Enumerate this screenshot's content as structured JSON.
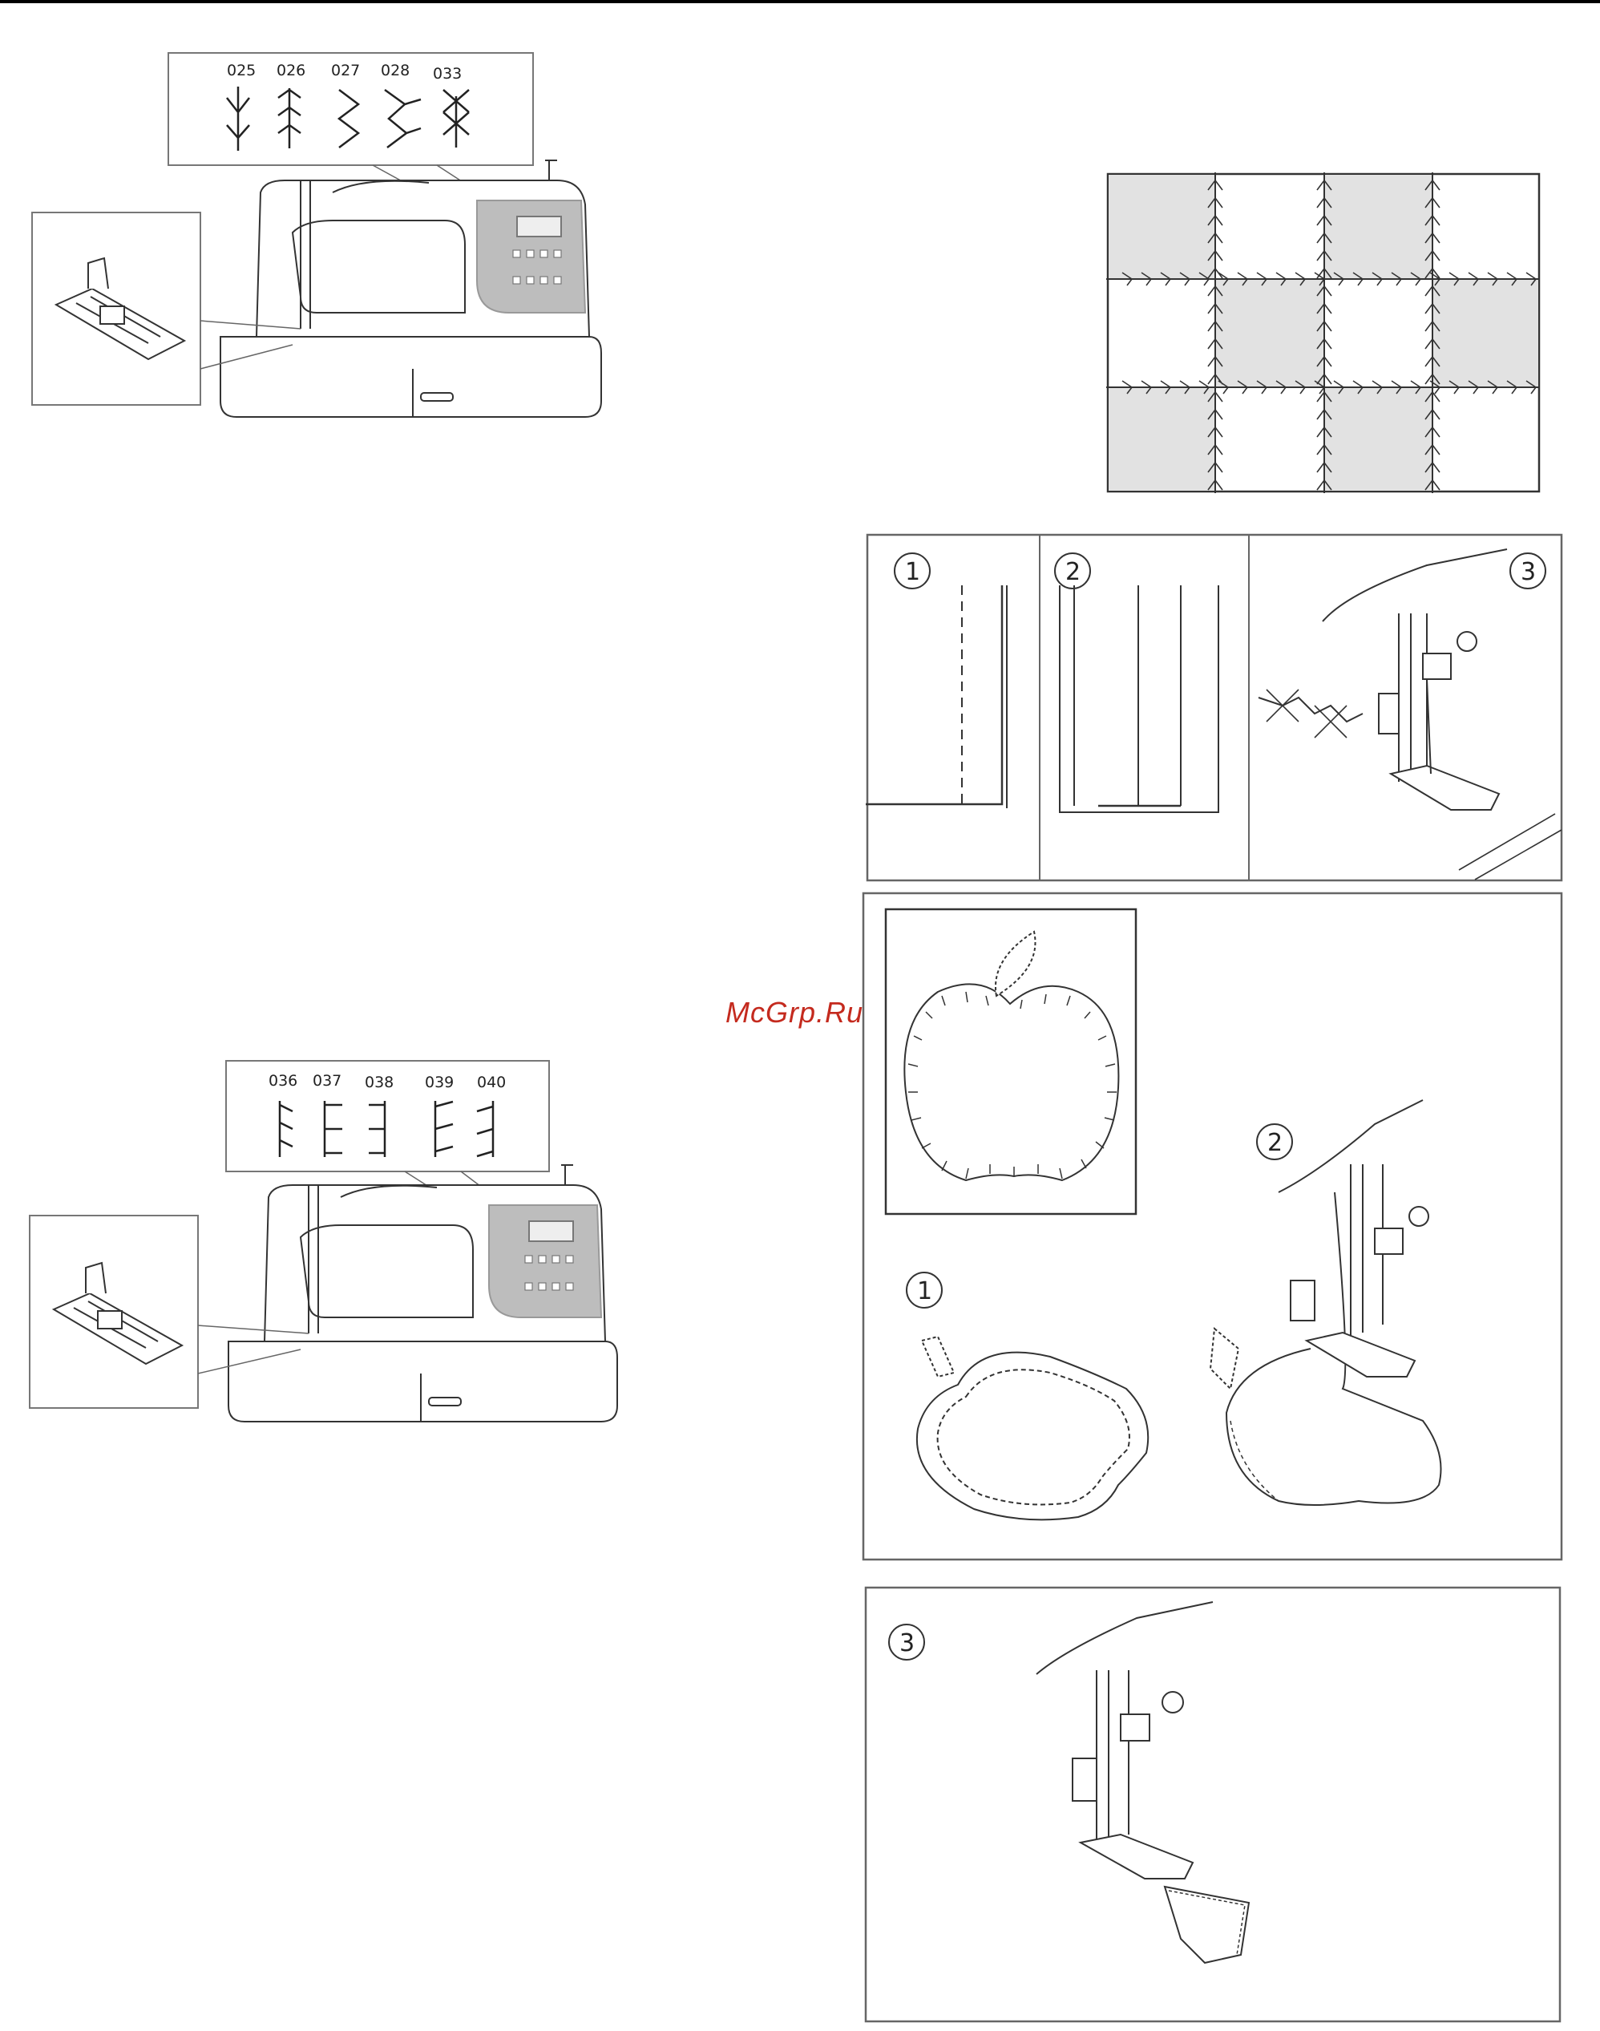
{
  "figure_top": {
    "stitch_codes": [
      "025",
      "026",
      "027",
      "028",
      "033"
    ]
  },
  "figure_bottom": {
    "stitch_codes": [
      "036",
      "037",
      "038",
      "039",
      "040"
    ]
  },
  "steps_panel": {
    "step_labels": [
      "1",
      "2",
      "3"
    ]
  },
  "applique_panel": {
    "step_labels": [
      "1",
      "2"
    ]
  },
  "final_panel": {
    "step_label": "3"
  },
  "watermark": "McGrp.Ru"
}
